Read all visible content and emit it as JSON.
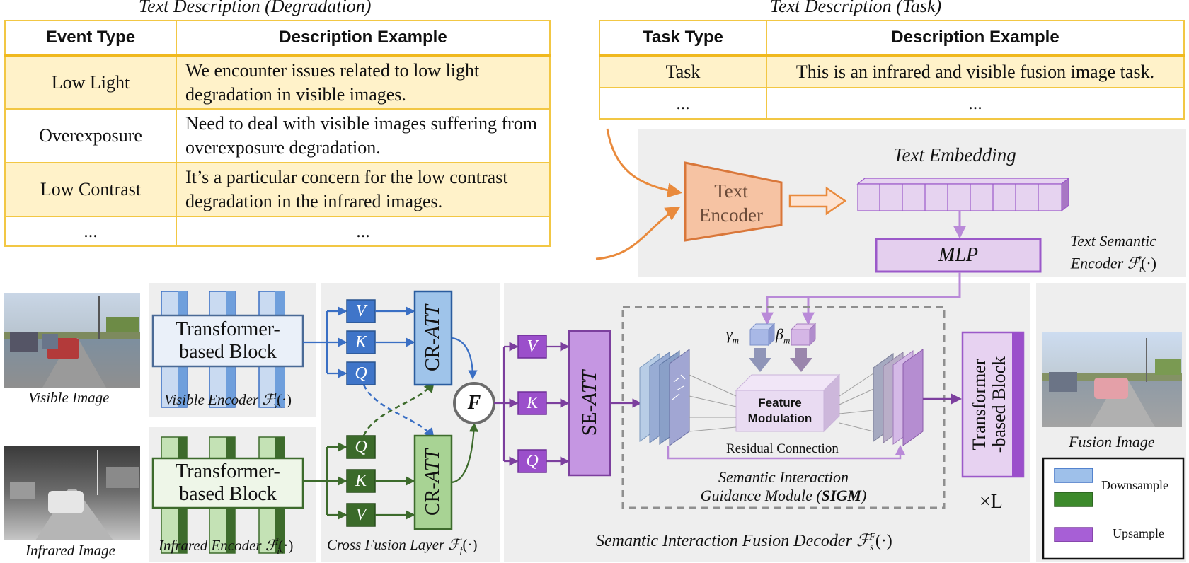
{
  "degradation": {
    "caption_pre": "Text Description (",
    "caption_em": "Degradation",
    "caption_post": ")",
    "headers": [
      "Event Type",
      "Description Example"
    ],
    "rows": [
      {
        "type": "Low Light",
        "desc": "We encounter issues related to low light degradation in visible images."
      },
      {
        "type": "Overexposure",
        "desc": "Need to deal with visible images suffering from overexposure degradation."
      },
      {
        "type": "Low Contrast",
        "desc": "It’s a particular concern for the low contrast degradation in the infrared images."
      },
      {
        "type": "...",
        "desc": "..."
      }
    ]
  },
  "task": {
    "caption_pre": "Text Description (",
    "caption_em": "Task",
    "caption_post": ")",
    "headers": [
      "Task Type",
      "Description Example"
    ],
    "rows": [
      {
        "type": "Task",
        "desc": "This is an infrared and visible fusion image task."
      },
      {
        "type": "...",
        "desc": "..."
      }
    ]
  },
  "text_encoder": {
    "line1": "Text",
    "line2": "Encoder"
  },
  "text_embedding": "Text Embedding",
  "mlp": "MLP",
  "text_semantic_encoder": {
    "line1": "Text Semantic",
    "line2": "Encoder",
    "sym": "ℱ",
    "sub": "t",
    "sup": "I",
    "arg": "(·)"
  },
  "visible_image": "Visible Image",
  "infrared_image": "Infrared Image",
  "visible_block": {
    "line1": "Transformer-",
    "line2": "based Block"
  },
  "infrared_block": {
    "line1": "Transformer-",
    "line2": "based Block"
  },
  "visible_encoder": {
    "label": "Visible Encoder",
    "sym": "ℱ",
    "sub": "v",
    "sup": "I",
    "arg": "(·)"
  },
  "infrared_encoder": {
    "label": "Infrared Encoder",
    "sym": "ℱ",
    "sub": "i",
    "sup": "I",
    "arg": "(·)"
  },
  "cross_fusion": {
    "label": "Cross Fusion Layer",
    "sym": "ℱ",
    "sub": "f",
    "arg": "(·)"
  },
  "qkv": {
    "v": "V",
    "k": "K",
    "q": "Q"
  },
  "cr_att": {
    "pre": "CR-",
    "em": "ATT"
  },
  "fuse": "F",
  "se_att": {
    "pre": "SE-",
    "em": "ATT"
  },
  "gamma": {
    "sym": "γ",
    "sub": "m"
  },
  "beta": {
    "sym": "β",
    "sub": "m"
  },
  "feature_modulation": {
    "line1": "Feature",
    "line2": "Modulation"
  },
  "residual_connection": "Residual Connection",
  "sigm": {
    "line1": "Semantic Interaction",
    "line2_pre": "Guidance Module (",
    "line2_em": "SIGM",
    "line2_post": ")"
  },
  "decoder": {
    "label": "Semantic Interaction Fusion Decoder",
    "sym": "ℱ",
    "sub": "s",
    "sup": "F",
    "arg": "(·)"
  },
  "transformer_block_right": {
    "line1": "Transformer",
    "line2": "-based Block"
  },
  "times_l": "×L",
  "fusion_image": "Fusion Image",
  "legend": {
    "downsample": "Downsample",
    "upsample": "Upsample"
  },
  "colors": {
    "table_border": "#f2c744",
    "table_shade": "#fff2c9",
    "orange": "#e98a3c",
    "blue": "#3a6fc4",
    "green": "#3d6b2c",
    "purple": "#9b59c9",
    "gray_panel": "#eeeeee"
  }
}
